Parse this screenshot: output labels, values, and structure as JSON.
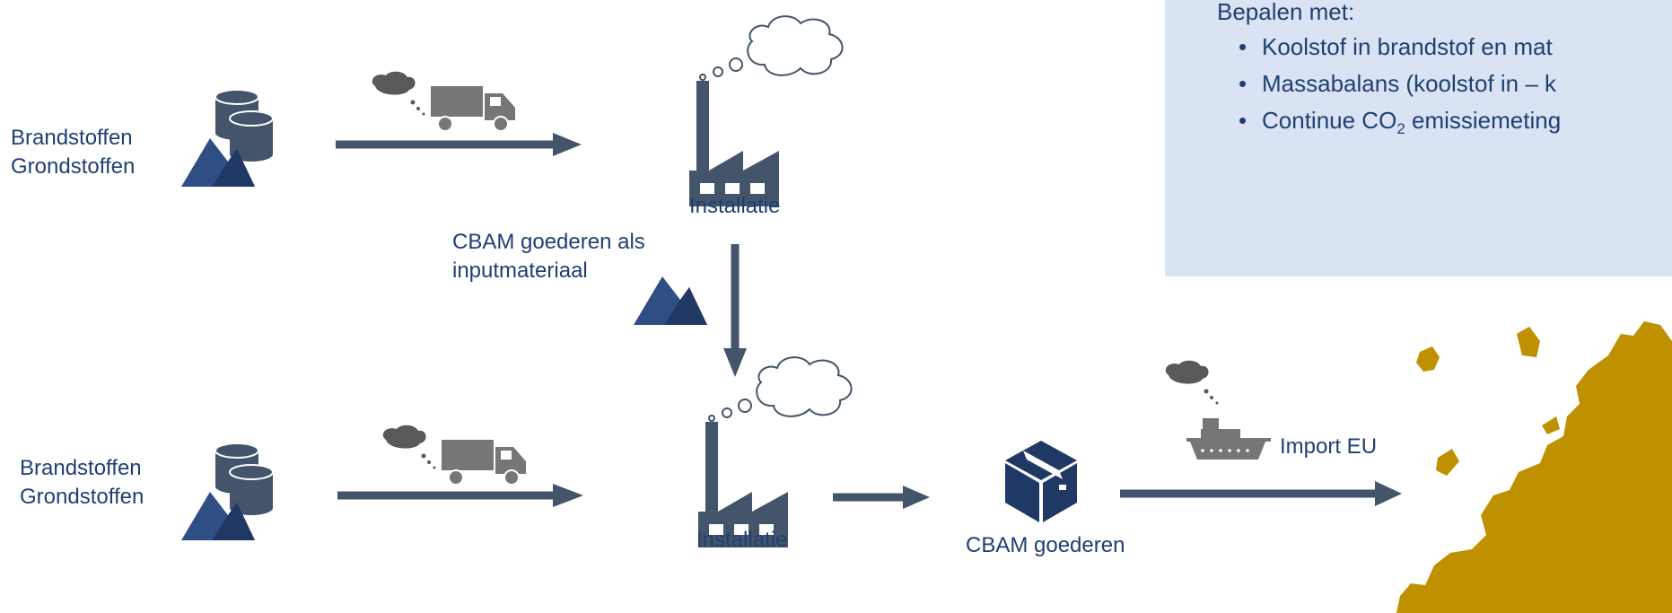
{
  "inputs": {
    "top": {
      "line1": "Brandstoffen",
      "line2": "Grondstoffen"
    },
    "bottom": {
      "line1": "Brandstoffen",
      "line2": "Grondstoffen"
    }
  },
  "installations": {
    "top_label": "Installatie",
    "bottom_label": "Installatie"
  },
  "intermediate": {
    "line1": "CBAM goederen als",
    "line2": "inputmateriaal"
  },
  "product": {
    "label": "CBAM goederen"
  },
  "import": {
    "label": "Import EU"
  },
  "info": {
    "heading": "Bepalen met:",
    "bullets": [
      "Koolstof in brandstof en mat",
      "Massabalans (koolstof in – k",
      "Continue CO"
    ],
    "bullet3_sub": "2",
    "bullet3_rest": " emissiemeting"
  },
  "colors": {
    "navy": "#44546a",
    "text": "#1f3f73",
    "box_bg": "#dae3f3",
    "eu_gold": "#bf9000",
    "smoke": "#595959"
  }
}
